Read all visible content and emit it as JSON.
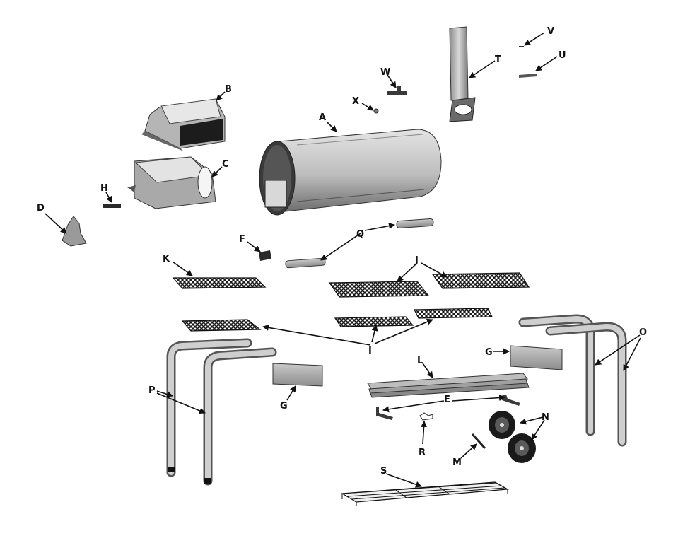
{
  "diagram": {
    "labels": {
      "A": "A",
      "B": "B",
      "C": "C",
      "D": "D",
      "E": "E",
      "F": "F",
      "G": "G",
      "H": "H",
      "I": "I",
      "J": "J",
      "K": "K",
      "L": "L",
      "M": "M",
      "N": "N",
      "O": "O",
      "P": "P",
      "Q": "Q",
      "R": "R",
      "S": "S",
      "T": "T",
      "U": "U",
      "V": "V",
      "W": "W",
      "X": "X"
    }
  }
}
